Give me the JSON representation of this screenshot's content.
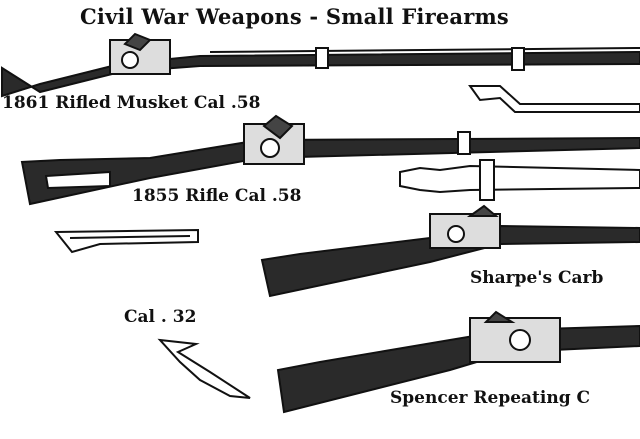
{
  "title": "Civil War Weapons - Small Firearms",
  "labels": {
    "musket_1861": "1861 Rifled Musket Cal .58",
    "rifle_1855": "1855 Rifle Cal .58",
    "sharpe": "Sharpe's Carb",
    "cal32": "Cal . 32",
    "spencer": "Spencer Repeating C"
  }
}
